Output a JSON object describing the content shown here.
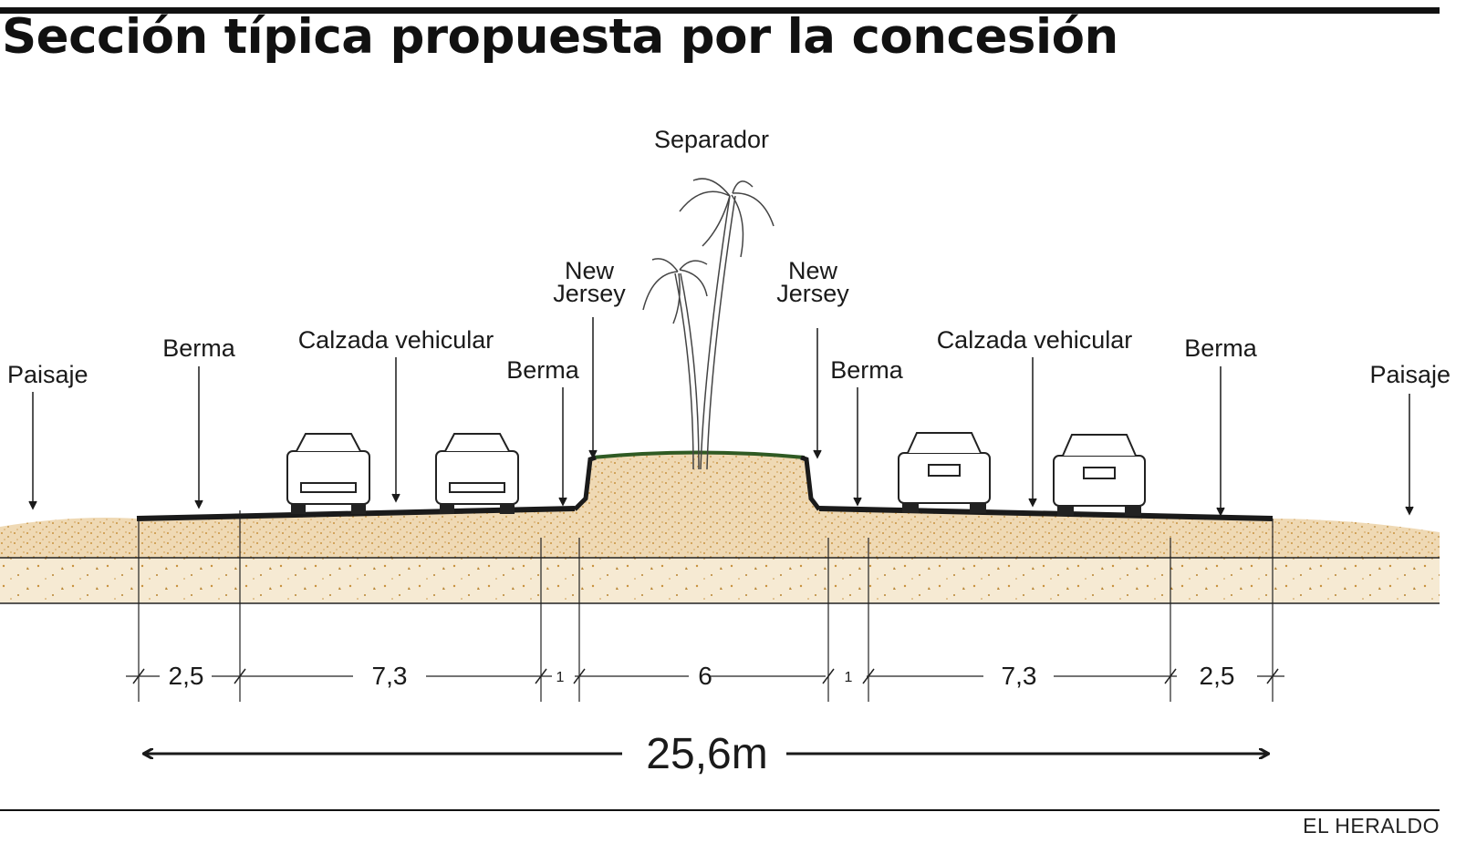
{
  "title": "Sección típica propuesta por la concesión",
  "credit": "EL HERALDO",
  "labels": {
    "separador": "Separador",
    "new_jersey_left": [
      "New",
      "Jersey"
    ],
    "new_jersey_right": [
      "New",
      "Jersey"
    ],
    "paisaje_left": "Paisaje",
    "paisaje_right": "Paisaje",
    "berma_outer_left": "Berma",
    "berma_inner_left": "Berma",
    "berma_inner_right": "Berma",
    "berma_outer_right": "Berma",
    "calzada_left": "Calzada vehicular",
    "calzada_right": "Calzada vehicular"
  },
  "dimensions": {
    "segments": [
      "2,5",
      "7,3",
      "1",
      "6",
      "1",
      "7,3",
      "2,5"
    ],
    "total": "25,6m"
  },
  "colors": {
    "soil": "#efd9b4",
    "soil_dots": "#c8923f",
    "pavement": "#1a1a1a",
    "grass": "#2f5a23"
  }
}
